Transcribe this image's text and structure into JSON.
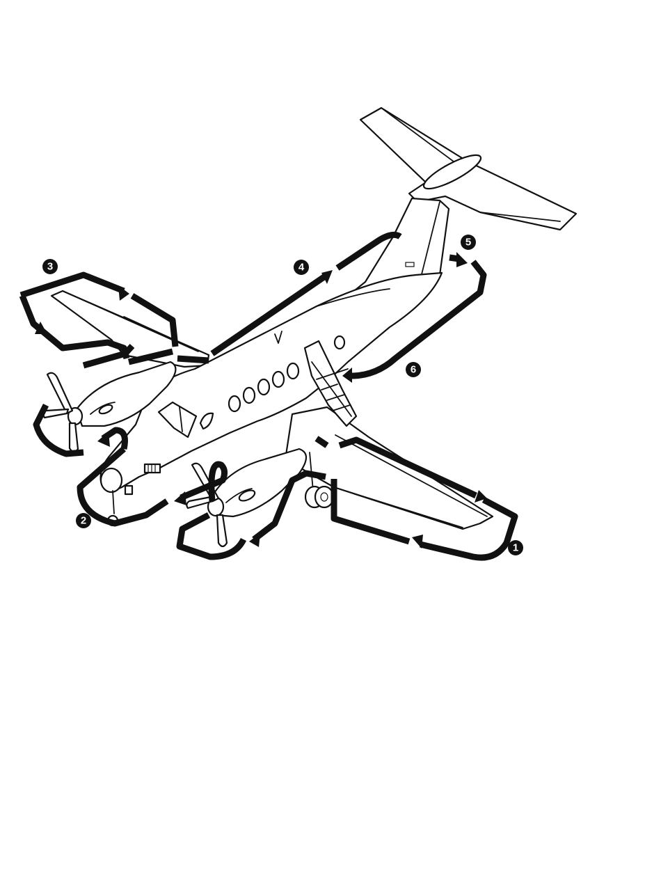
{
  "markers": [
    {
      "id": "marker-1",
      "label": "1"
    },
    {
      "id": "marker-2",
      "label": "2"
    },
    {
      "id": "marker-3",
      "label": "3"
    },
    {
      "id": "marker-4",
      "label": "4"
    },
    {
      "id": "marker-5",
      "label": "5"
    },
    {
      "id": "marker-6",
      "label": "6"
    }
  ],
  "colors": {
    "ink": "#111111",
    "paper": "#ffffff"
  }
}
